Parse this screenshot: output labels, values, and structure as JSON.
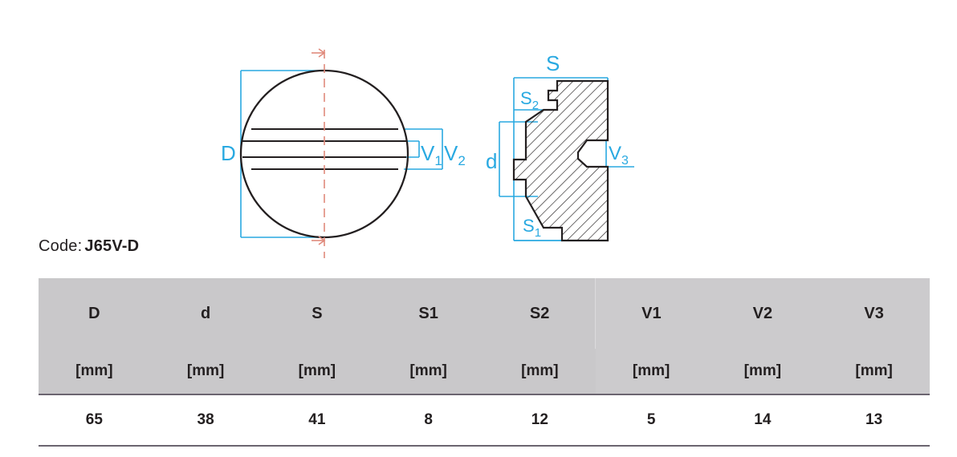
{
  "code": {
    "label": "Code:",
    "value": "J65V-D"
  },
  "colors": {
    "dimension_blue": "#29a9e1",
    "centerline_red": "#e08a7c",
    "outline_black": "#231f20",
    "header_gray": "#c9c8ca",
    "header_gray_right": "#cccbcd",
    "rule_gray": "#6b6570"
  },
  "drawings": {
    "front_view": {
      "name": "front-view-circular-seal",
      "dimension_labels": [
        {
          "id": "D",
          "text": "D",
          "sub": ""
        },
        {
          "id": "V1",
          "text": "V",
          "sub": "1"
        },
        {
          "id": "V2",
          "text": "V",
          "sub": "2"
        }
      ],
      "centerline": "vertical-dashed-red-with-arrows",
      "inner_lines": 4
    },
    "section_view": {
      "name": "cross-section-profile",
      "dimension_labels": [
        {
          "id": "S",
          "text": "S",
          "sub": ""
        },
        {
          "id": "S2",
          "text": "S",
          "sub": "2"
        },
        {
          "id": "S1",
          "text": "S",
          "sub": "1"
        },
        {
          "id": "d",
          "text": "d",
          "sub": ""
        },
        {
          "id": "V3",
          "text": "V",
          "sub": "3"
        }
      ],
      "fill": "diagonal-hatch"
    }
  },
  "table": {
    "name": "dimensions-table",
    "group_split_after_column": 5,
    "headers": [
      "D",
      "d",
      "S",
      "S1",
      "S2",
      "V1",
      "V2",
      "V3"
    ],
    "units": [
      "[mm]",
      "[mm]",
      "[mm]",
      "[mm]",
      "[mm]",
      "[mm]",
      "[mm]",
      "[mm]"
    ],
    "rows": [
      [
        "65",
        "38",
        "41",
        "8",
        "12",
        "5",
        "14",
        "13"
      ]
    ]
  }
}
